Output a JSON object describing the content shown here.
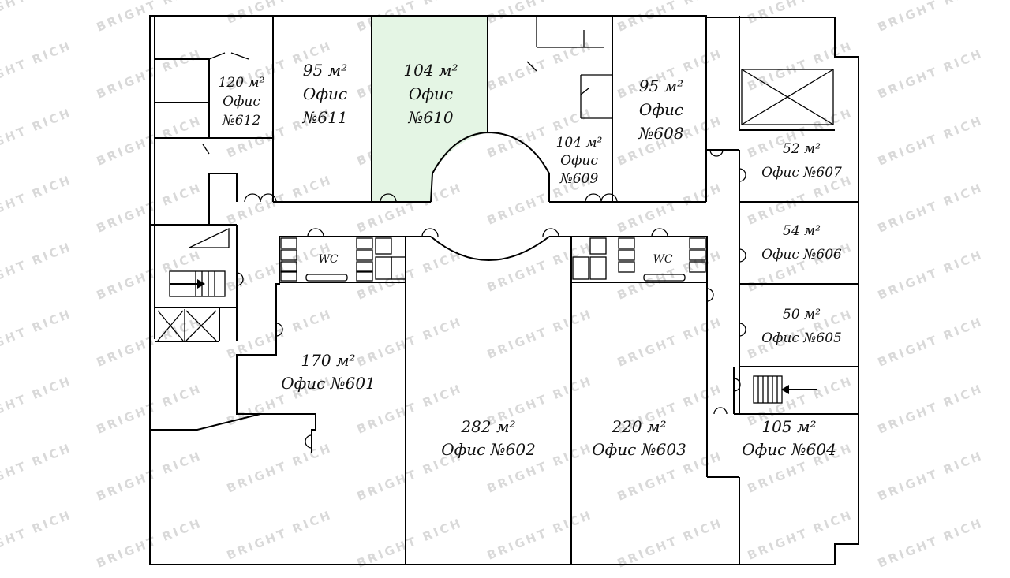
{
  "watermark": "BRIGHT RICH",
  "highlight_color": "#e4f5e4",
  "wc_label": "WC",
  "rooms": [
    {
      "id": "612",
      "area": "120 м²",
      "office": "Офис",
      "number": "№612",
      "highlighted": false
    },
    {
      "id": "611",
      "area": "95 м²",
      "office": "Офис",
      "number": "№611",
      "highlighted": false
    },
    {
      "id": "610",
      "area": "104 м²",
      "office": "Офис",
      "number": "№610",
      "highlighted": true
    },
    {
      "id": "609",
      "area": "104 м²",
      "office": "Офис",
      "number": "№609",
      "highlighted": false
    },
    {
      "id": "608",
      "area": "95 м²",
      "office": "Офис",
      "number": "№608",
      "highlighted": false
    },
    {
      "id": "607",
      "area": "52 м²",
      "name": "Офис №607",
      "highlighted": false
    },
    {
      "id": "606",
      "area": "54 м²",
      "name": "Офис №606",
      "highlighted": false
    },
    {
      "id": "605",
      "area": "50 м²",
      "name": "Офис №605",
      "highlighted": false
    },
    {
      "id": "604",
      "area": "105 м²",
      "name": "Офис №604",
      "highlighted": false
    },
    {
      "id": "603",
      "area": "220 м²",
      "name": "Офис №603",
      "highlighted": false
    },
    {
      "id": "602",
      "area": "282 м²",
      "name": "Офис №602",
      "highlighted": false
    },
    {
      "id": "601",
      "area": "170 м²",
      "name": "Офис №601",
      "highlighted": false
    }
  ]
}
